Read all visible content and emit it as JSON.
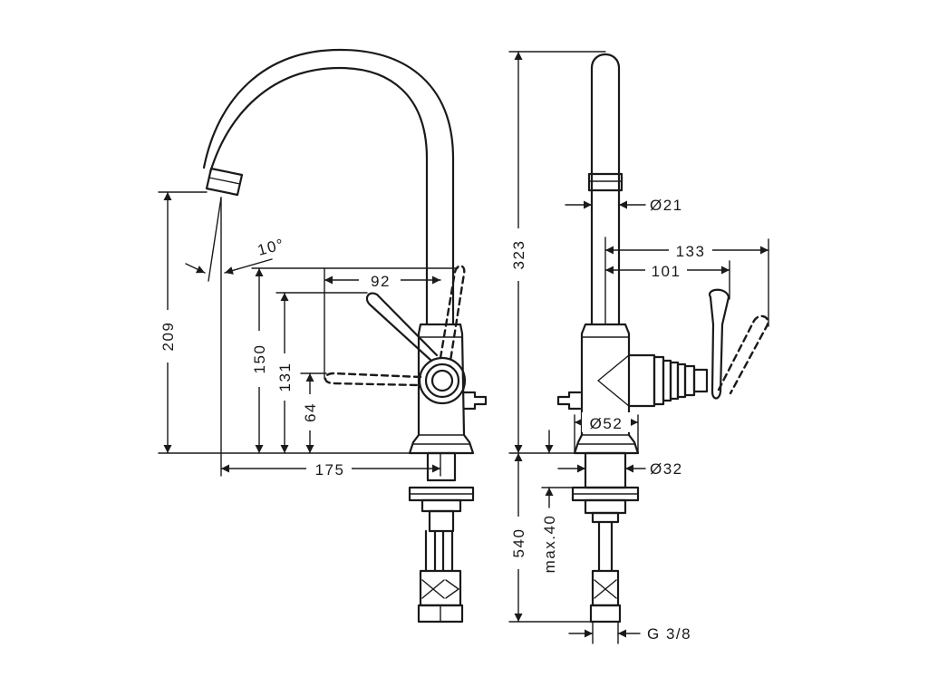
{
  "dimensions": {
    "spout_angle": "10°",
    "spout_outlet_height": "209",
    "lever_height": "150",
    "body_center_height": "131",
    "side_knob_height": "64",
    "spout_reach": "175",
    "lever_reach": "92",
    "total_height": "323",
    "spout_diameter": "Ø21",
    "lever_projection_max": "133",
    "lever_projection": "101",
    "body_diameter": "Ø52",
    "base_diameter": "Ø32",
    "connection_length": "540",
    "max_deck_thickness": "max.40",
    "connection_thread": "G 3/8"
  }
}
